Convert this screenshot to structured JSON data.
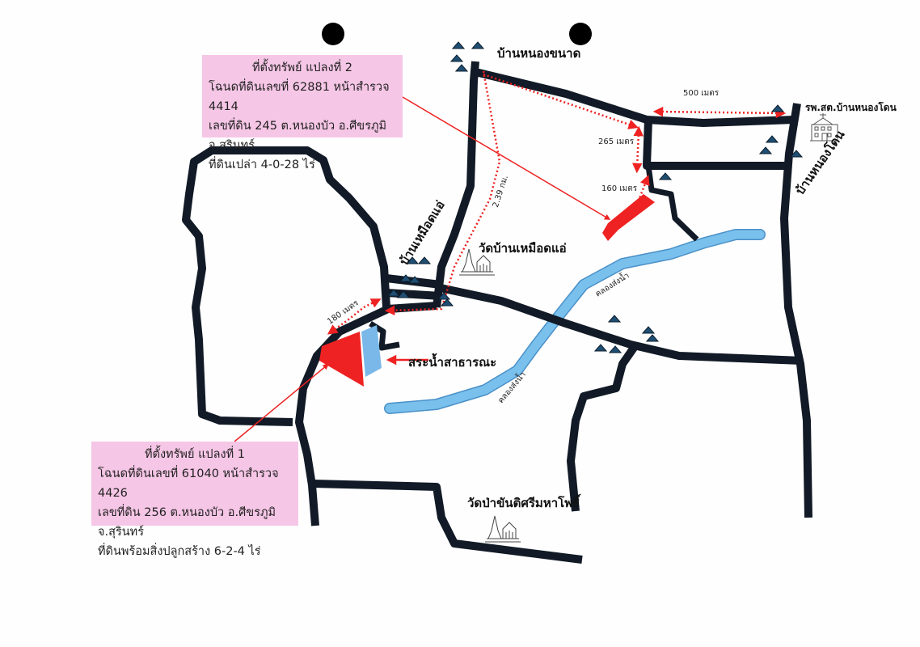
{
  "parcel2": {
    "title": "ที่ตั้งทรัพย์ แปลงที่ 2",
    "line1": "โฉนดที่ดินเลขที่ 62881 หน้าสำรวจ 4414",
    "line2": "เลขที่ดิน 245 ต.หนองบัว อ.ศีขรภูมิ จ.สุรินทร์",
    "line3": "ที่ดินเปล่า 4-0-28 ไร่"
  },
  "parcel1": {
    "title": "ที่ตั้งทรัพย์ แปลงที่ 1",
    "line1": "โฉนดที่ดินเลขที่ 61040 หน้าสำรวจ 4426",
    "line2": "เลขที่ดิน 256 ต.หนองบัว อ.ศีขรภูมิ จ.สุรินทร์",
    "line3": "ที่ดินพร้อมสิ่งปลูกสร้าง 6-2-4 ไร่"
  },
  "places": {
    "ban_nong_khanat": "บ้านหนองขนาด",
    "hospital": "รพ.สต.บ้านหนองโดน",
    "ban_nong_don": "บ้านหนองโดน",
    "ban_mueat_ae": "บ้านเหมือดแอ่",
    "wat_mueat_ae": "วัดบ้านเหมือดแอ่",
    "public_pond": "สระน้ำสาธารณะ",
    "wat_pa": "วัดป่าขันติศรีมหาโพธิ์",
    "canal1": "คลองส่งน้ำ",
    "canal2": "คลองส่งน้ำ"
  },
  "distances": {
    "d500": "500 เมตร",
    "d265": "265 เมตร",
    "d160": "160 เมตร",
    "d180": "180 เมตร",
    "d239": "2.39 กม."
  },
  "colors": {
    "road": "#111a26",
    "canal": "#6ab4e4",
    "parcel": "#ee2222",
    "pond": "#79b8e8",
    "label_bg": "#f6c6e6",
    "village": "#1f4e73"
  }
}
